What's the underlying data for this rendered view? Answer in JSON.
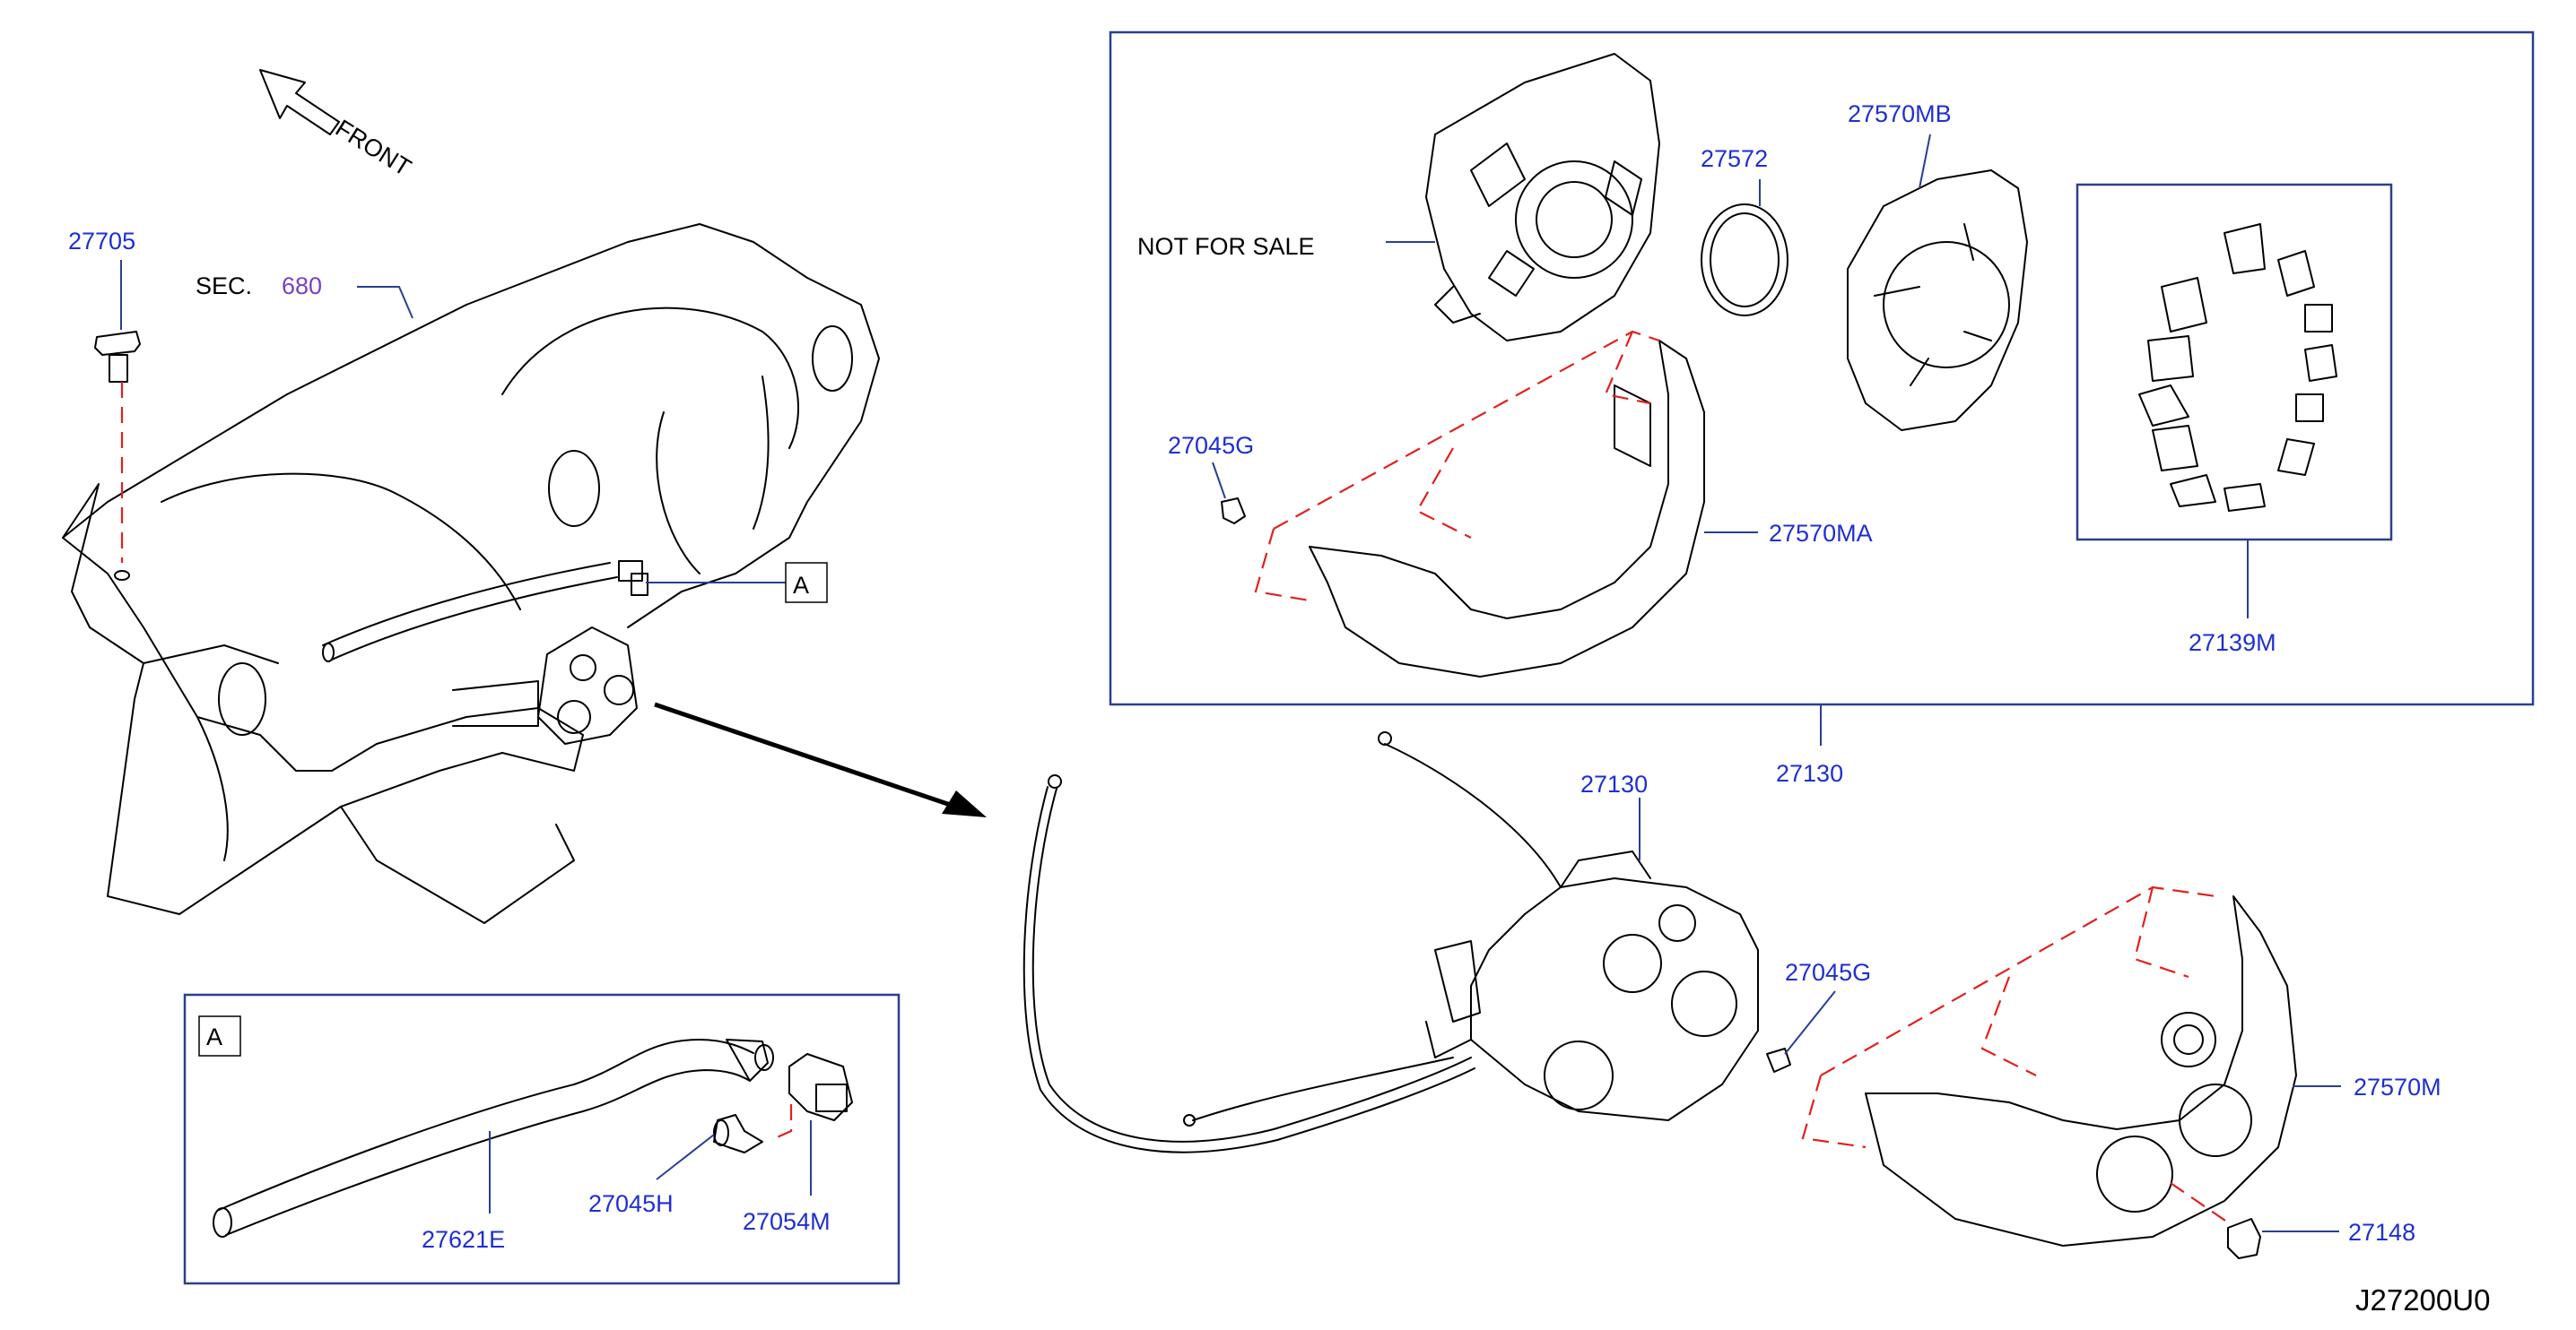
{
  "diagram_code": "J27200U0",
  "front_label": "FRONT",
  "sec_label": "SEC.",
  "sec_number": "680",
  "not_for_sale": "NOT   FOR   SALE",
  "callout_letter": "A",
  "inset_letter": "A",
  "parts": {
    "p27705": "27705",
    "p27572": "27572",
    "p27570MB": "27570MB",
    "p27045G_top": "27045G",
    "p27570MA": "27570MA",
    "p27139M": "27139M",
    "p27130_group": "27130",
    "p27130": "27130",
    "p27045G_mid": "27045G",
    "p27570M": "27570M",
    "p27148": "27148",
    "p27621E": "27621E",
    "p27045H": "27045H",
    "p27054M": "27054M"
  },
  "colors": {
    "part_number": "#1f2fd0",
    "leader": "#2a3f8f",
    "dashed": "#e02020",
    "sec_number": "#7b3fc4"
  }
}
